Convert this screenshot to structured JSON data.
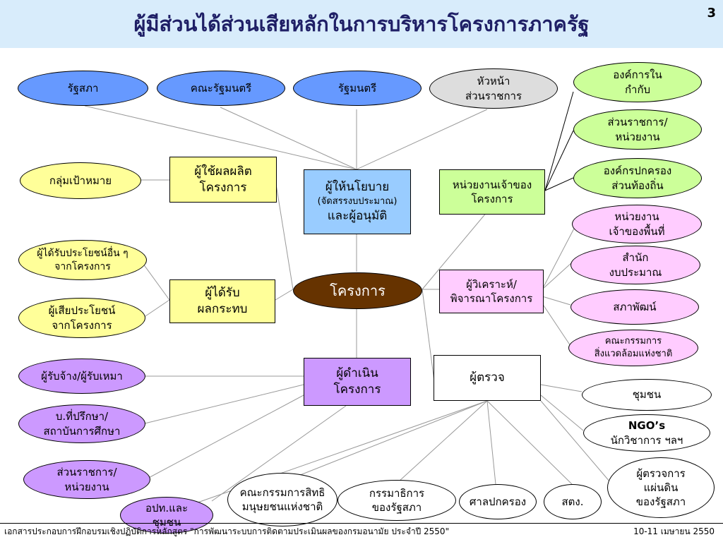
{
  "title": "ผู้มีส่วนได้ส่วนเสียหลักในการบริหารโครงการภาครัฐ",
  "page_number": "3",
  "footer": {
    "left": "เอกสารประกอบการฝึกอบรมเชิงปฏิบัติการหลักสูตร \"การพัฒนาระบบการติดตามประเมินผลของกรมอนามัย ประจำปี 2550\"",
    "right": "10-11 เมษายน 2550"
  },
  "nodes": {
    "parliament": [
      "รัฐสภา"
    ],
    "cabinet": [
      "คณะรัฐมนตรี"
    ],
    "minister": [
      "รัฐมนตรี"
    ],
    "agency_head": [
      "หัวหน้า",
      "ส่วนราชการ"
    ],
    "regulator": [
      "องค์การใน",
      "กำกับ"
    ],
    "gov_unit_right": [
      "ส่วนราชการ/",
      "หน่วยงาน"
    ],
    "local_gov": [
      "องค์กรปกครอง",
      "ส่วนท้องถิ่น"
    ],
    "area_agency": [
      "หน่วยงาน",
      "เจ้าของพื้นที่"
    ],
    "budget_bureau": [
      "สำนัก",
      "งบประมาณ"
    ],
    "nesdb": [
      "สภาพัฒน์"
    ],
    "env_committee": [
      "คณะกรรมการ",
      "สิ่งแวดล้อมแห่งชาติ"
    ],
    "community": [
      "ชุมชน"
    ],
    "ngo": [
      "NGO’s",
      "นักวิชาการ ฯลฯ"
    ],
    "state_audit": [
      "ผู้ตรวจการ",
      "แผ่นดิน",
      "ของรัฐสภา"
    ],
    "target_group": [
      "กลุ่มเป้าหมาย"
    ],
    "other_beneficiaries": [
      "ผู้ได้รับประโยชน์อื่น ๆ",
      "จากโครงการ"
    ],
    "losers": [
      "ผู้เสียประโยชน์",
      "จากโครงการ"
    ],
    "contractor": [
      "ผู้รับจ้าง/ผู้รับเหมา"
    ],
    "consultant": [
      "บ.ที่ปรึกษา/",
      "สถาบันการศึกษา"
    ],
    "gov_unit_left": [
      "ส่วนราชการ/",
      "หน่วยงาน"
    ],
    "local_admin": [
      "อปท.และ",
      "ชุมชน"
    ],
    "human_rights": [
      "คณะกรรมการสิทธิ",
      "มนุษยชนแห่งชาติ"
    ],
    "senate_committee": [
      "กรรมาธิการ",
      "ของรัฐสภา"
    ],
    "admin_court": [
      "ศาลปกครอง"
    ],
    "oag": [
      "สตง."
    ],
    "output_users": [
      "ผู้ใช้ผลผลิต",
      "โครงการ"
    ],
    "affected": [
      "ผู้ได้รับ",
      "ผลกระทบ"
    ],
    "policy_makers": [
      "ผู้ให้นโยบาย",
      "(จัดสรรงบประมาณ)",
      "และผู้อนุมัติ"
    ],
    "project_owner": [
      "หน่วยงานเจ้าของ",
      "โครงการ"
    ],
    "analysts": [
      "ผู้วิเคราะห์/",
      "พิจารณาโครงการ"
    ],
    "project": [
      "โครงการ"
    ],
    "implementers": [
      "ผู้ดำเนิน",
      "โครงการ"
    ],
    "auditors": [
      "ผู้ตรวจ"
    ]
  },
  "colors": {
    "header_bg": "#d8ecfb",
    "title_text": "#1f1f66",
    "oversight_ellipse": "#6699ff",
    "yellow": "#ffff99",
    "green": "#ccff99",
    "pink": "#ff99ff",
    "light_pink": "#ffccff",
    "purple": "#cc99ff",
    "project_center": "#663300"
  }
}
